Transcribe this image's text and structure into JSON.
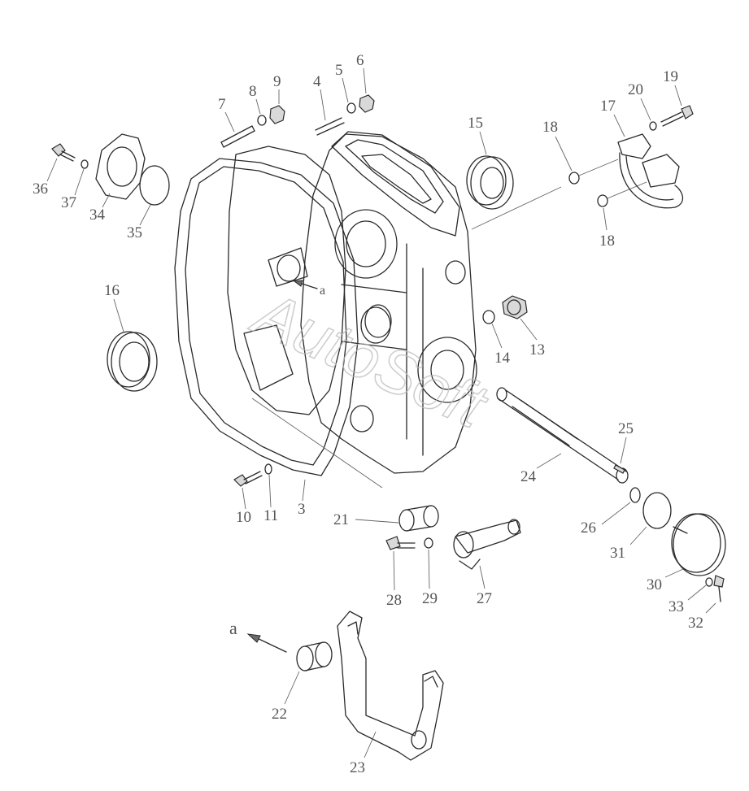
{
  "watermark": "AutoSoft",
  "arrow_label": "a",
  "callouts": [
    {
      "id": "c1",
      "text": "9"
    },
    {
      "id": "c2",
      "text": "8"
    },
    {
      "id": "c3",
      "text": "7"
    },
    {
      "id": "c4",
      "text": "4"
    },
    {
      "id": "c5",
      "text": "5"
    },
    {
      "id": "c6",
      "text": "6"
    },
    {
      "id": "c7",
      "text": "15"
    },
    {
      "id": "c8",
      "text": "18"
    },
    {
      "id": "c9",
      "text": "17"
    },
    {
      "id": "c10",
      "text": "20"
    },
    {
      "id": "c11",
      "text": "19"
    },
    {
      "id": "c12",
      "text": "18"
    },
    {
      "id": "c13",
      "text": "36"
    },
    {
      "id": "c14",
      "text": "37"
    },
    {
      "id": "c15",
      "text": "34"
    },
    {
      "id": "c16",
      "text": "35"
    },
    {
      "id": "c17",
      "text": "16"
    },
    {
      "id": "c18",
      "text": "14"
    },
    {
      "id": "c19",
      "text": "13"
    },
    {
      "id": "c20",
      "text": "25"
    },
    {
      "id": "c21",
      "text": "24"
    },
    {
      "id": "c22",
      "text": "10"
    },
    {
      "id": "c23",
      "text": "11"
    },
    {
      "id": "c24",
      "text": "3"
    },
    {
      "id": "c25",
      "text": "21"
    },
    {
      "id": "c26",
      "text": "26"
    },
    {
      "id": "c27",
      "text": "31"
    },
    {
      "id": "c28",
      "text": "28"
    },
    {
      "id": "c29",
      "text": "29"
    },
    {
      "id": "c30",
      "text": "27"
    },
    {
      "id": "c31",
      "text": "30"
    },
    {
      "id": "c32",
      "text": "33"
    },
    {
      "id": "c33",
      "text": "32"
    },
    {
      "id": "c34",
      "text": "22"
    },
    {
      "id": "c35",
      "text": "23"
    }
  ]
}
